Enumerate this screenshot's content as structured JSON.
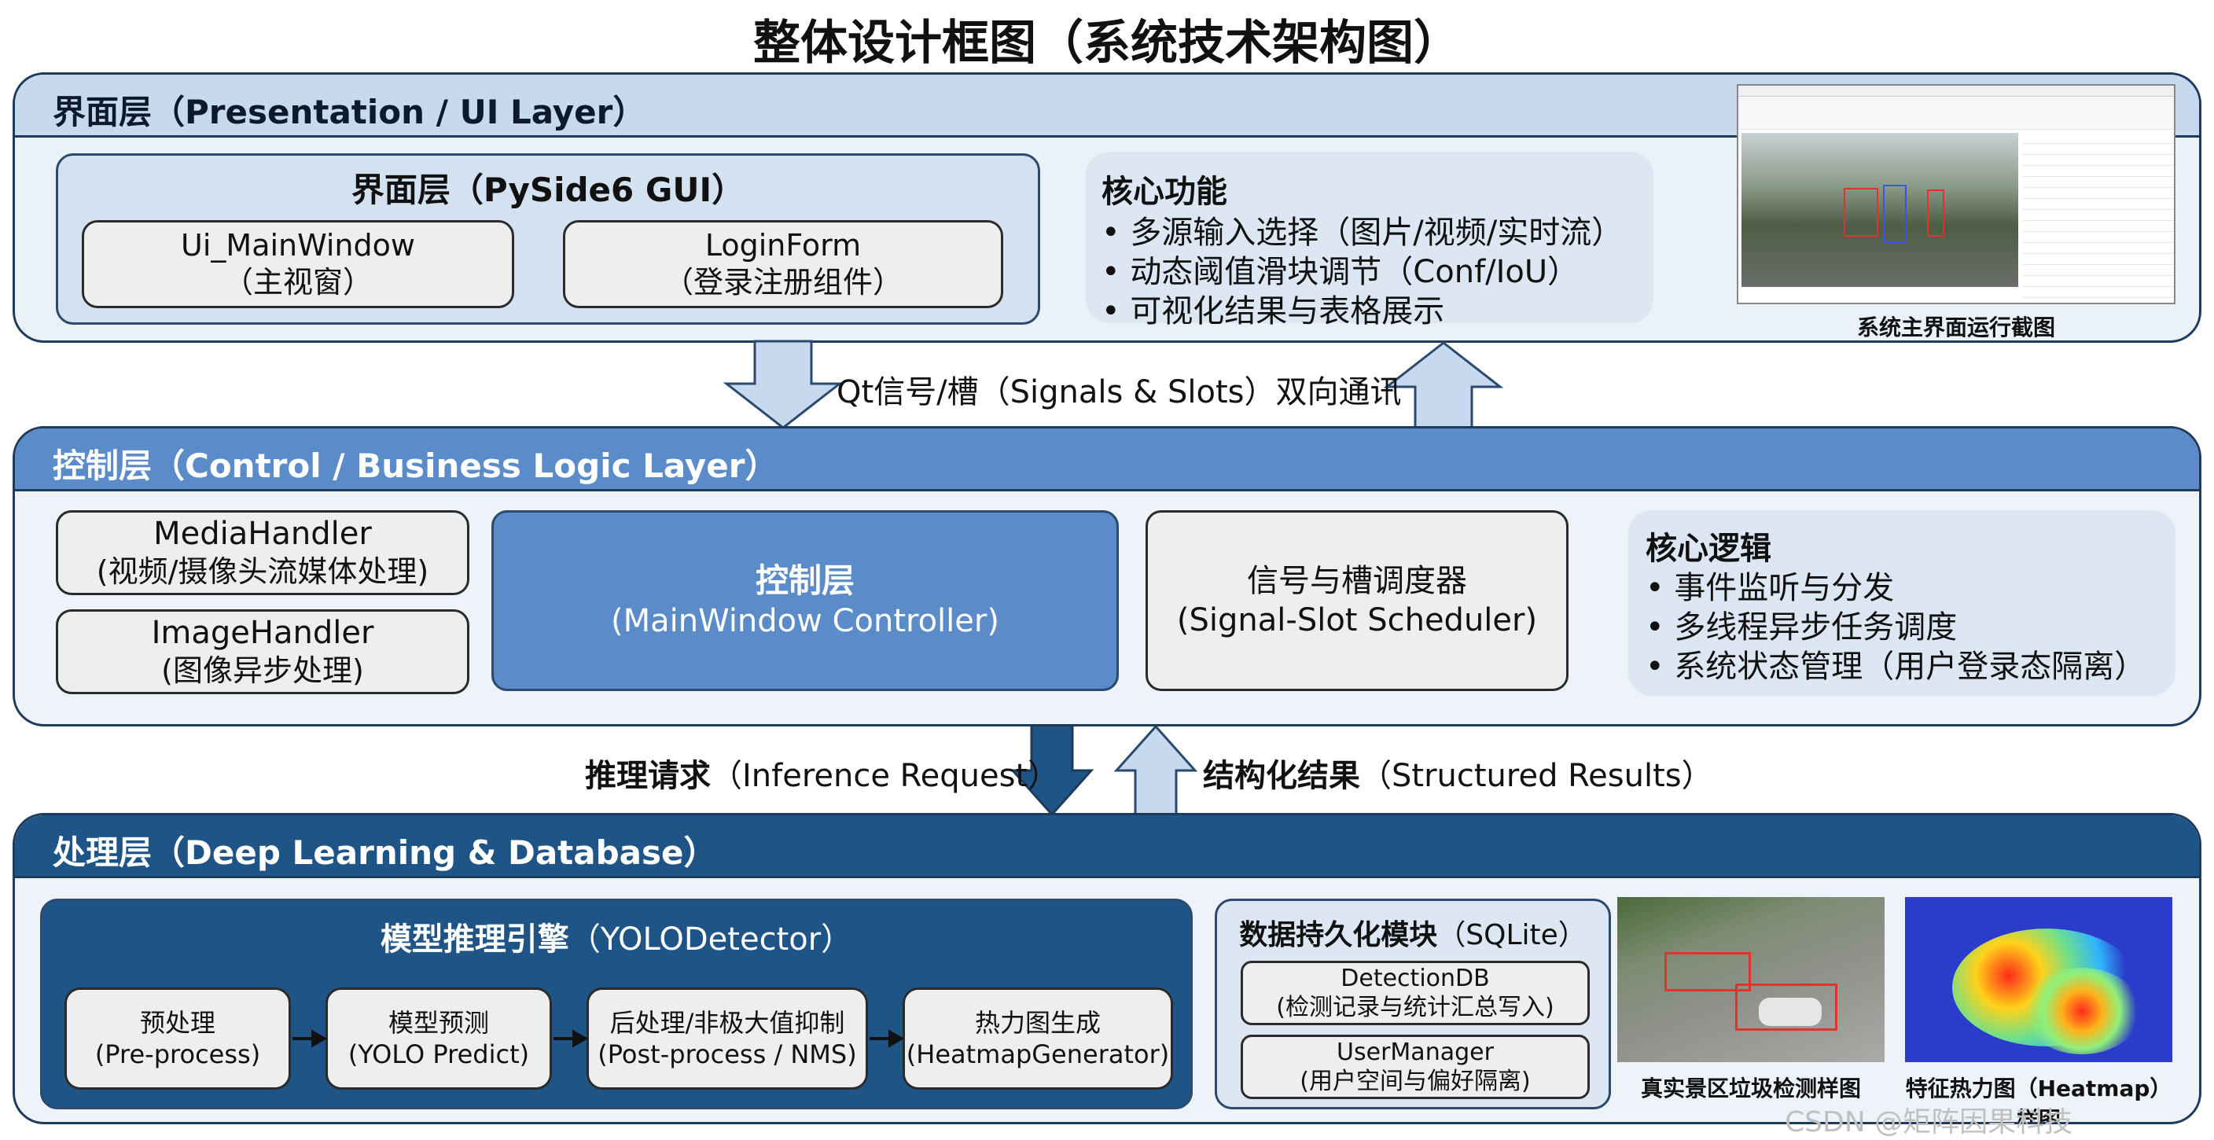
{
  "title": "整体设计框图（系统技术架构图）",
  "colors": {
    "l1_head": "#c6d9ee",
    "l2_head": "#5b8cc9",
    "l3_head": "#1f5486",
    "controller": "#5b8cc9",
    "engine": "#1f5486"
  },
  "ui_layer": {
    "title": "界面层（Presentation / UI Layer）",
    "gui_panel": {
      "title": "界面层（PySide6 GUI）",
      "main_window": {
        "name": "Ui_MainWindow",
        "desc": "（主视窗）"
      },
      "login_form": {
        "name": "LoginForm",
        "desc": "（登录注册组件）"
      }
    },
    "core_functions": {
      "title": "核心功能",
      "items": [
        "多源输入选择（图片/视频/实时流）",
        "动态阈值滑块调节（Conf/IoU）",
        "可视化结果与表格展示"
      ]
    },
    "screenshot_caption": "系统主界面运行截图"
  },
  "signal_arrow_label": "Qt信号/槽（Signals & Slots）双向通讯",
  "control_layer": {
    "title": "控制层（Control / Business Logic Layer）",
    "media_handler": {
      "name": "MediaHandler",
      "desc": "(视频/摄像头流媒体处理)"
    },
    "image_handler": {
      "name": "ImageHandler",
      "desc": "(图像异步处理)"
    },
    "controller": {
      "name": "控制层",
      "desc": "(MainWindow Controller)"
    },
    "scheduler": {
      "name": "信号与槽调度器",
      "desc": "(Signal-Slot Scheduler)"
    },
    "core_logic": {
      "title": "核心逻辑",
      "items": [
        "事件监听与分发",
        "多线程异步任务调度",
        "系统状态管理（用户登录态隔离）"
      ]
    }
  },
  "inference_label": {
    "bold": "推理请求",
    "rest": "（Inference Request）"
  },
  "results_label": {
    "bold": "结构化结果",
    "rest": "（Structured Results）"
  },
  "processing_layer": {
    "title": "处理层（Deep Learning & Database）",
    "engine": {
      "title_bold": "模型推理引擎",
      "title_rest": "（YOLODetector）",
      "steps": [
        {
          "name": "预处理",
          "desc": "(Pre-process)"
        },
        {
          "name": "模型预测",
          "desc": "(YOLO Predict)"
        },
        {
          "name": "后处理/非极大值抑制",
          "desc": "(Post-process / NMS)"
        },
        {
          "name": "热力图生成",
          "desc": "(HeatmapGenerator)"
        }
      ]
    },
    "persistence": {
      "title_bold": "数据持久化模块",
      "title_rest": "（SQLite）",
      "detection_db": {
        "name": "DetectionDB",
        "desc": "(检测记录与统计汇总写入)"
      },
      "user_manager": {
        "name": "UserManager",
        "desc": "(用户空间与偏好隔离)"
      }
    },
    "detect_caption": "真实景区垃圾检测样图",
    "heatmap_caption": "特征热力图（Heatmap）样图"
  },
  "watermark": "CSDN @矩阵因果科技"
}
